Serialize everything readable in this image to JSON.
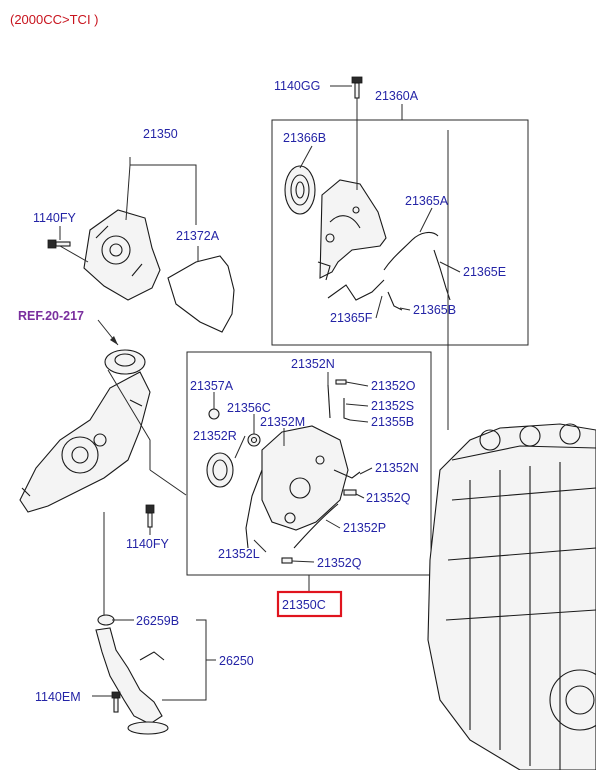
{
  "header": {
    "engine_variant": "(2000CC>TCI )"
  },
  "reference": {
    "label": "REF.20-217"
  },
  "highlight": {
    "part": "21350C",
    "color": "#e0141e"
  },
  "text_color": "#2424a6",
  "part_labels": {
    "p1140GG": "1140GG",
    "p21360A": "21360A",
    "p21350": "21350",
    "p21366B": "21366B",
    "p1140FY_top": "1140FY",
    "p21372A": "21372A",
    "p21365A": "21365A",
    "p21365E": "21365E",
    "p21365F": "21365F",
    "p21365B": "21365B",
    "p21352N_top": "21352N",
    "p21357A": "21357A",
    "p21352O": "21352O",
    "p21356C": "21356C",
    "p21352S": "21352S",
    "p21352M": "21352M",
    "p21355B": "21355B",
    "p21352R": "21352R",
    "p21352N_mid": "21352N",
    "p21352Q_mid": "21352Q",
    "p21352P": "21352P",
    "p1140FY_bot": "1140FY",
    "p21352L": "21352L",
    "p21352Q_bot": "21352Q",
    "p26259B": "26259B",
    "p26250": "26250",
    "p1140EM": "1140EM"
  }
}
